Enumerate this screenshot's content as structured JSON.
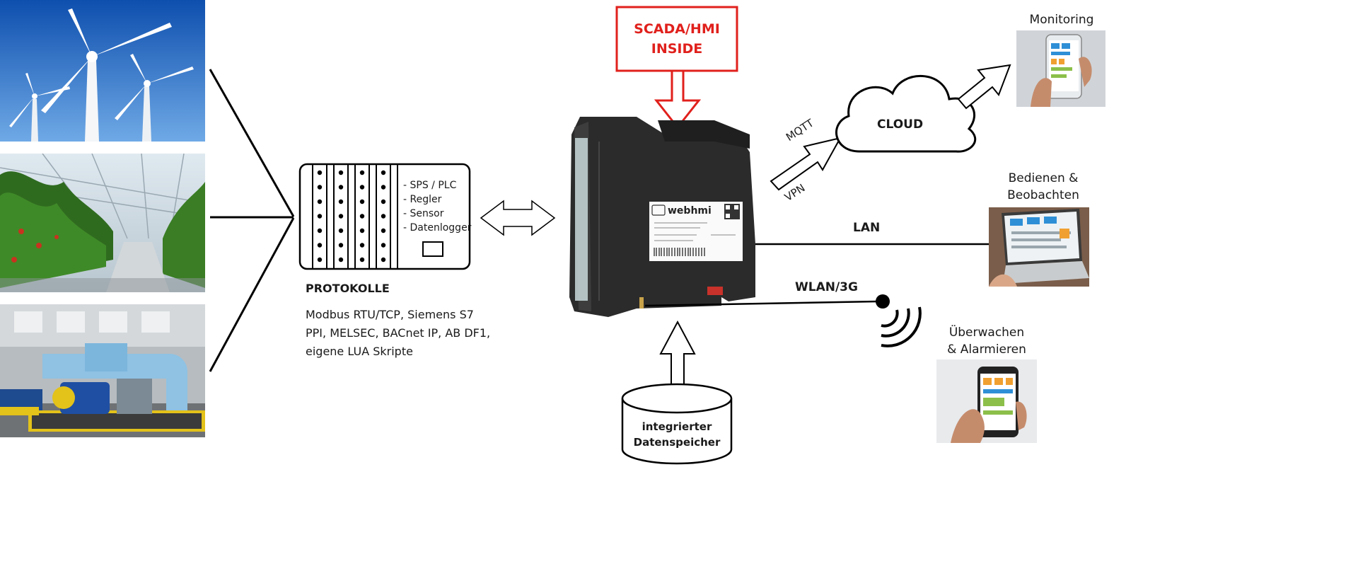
{
  "diagram": {
    "scada_box": {
      "line1": "SCADA/HMI",
      "line2": "INSIDE",
      "color": "#e0201c"
    },
    "protocol_card": {
      "items": [
        "- SPS / PLC",
        "- Regler",
        "- Sensor",
        "- Datenlogger"
      ]
    },
    "protocols": {
      "title": "PROTOKOLLE",
      "lines": [
        "Modbus RTU/TCP, Siemens S7",
        "PPI, MELSEC, BACnet IP, AB DF1,",
        "eigene LUA Skripte"
      ]
    },
    "device": {
      "brand": "webhmi",
      "color": "#2b2b2b"
    },
    "cloud": {
      "label": "CLOUD"
    },
    "links": {
      "mqtt": "MQTT",
      "vpn": "VPN",
      "lan": "LAN",
      "wlan": "WLAN/3G"
    },
    "storage": {
      "line1": "integrierter",
      "line2": "Datenspeicher"
    },
    "endpoints": {
      "monitoring": {
        "label": "Monitoring"
      },
      "operate": {
        "line1": "Bedienen &",
        "line2": "Beobachten"
      },
      "alarm": {
        "line1": "Überwachen",
        "line2": "& Alarmieren"
      }
    },
    "sources": {
      "sky_color": "#1f66c4"
    }
  }
}
